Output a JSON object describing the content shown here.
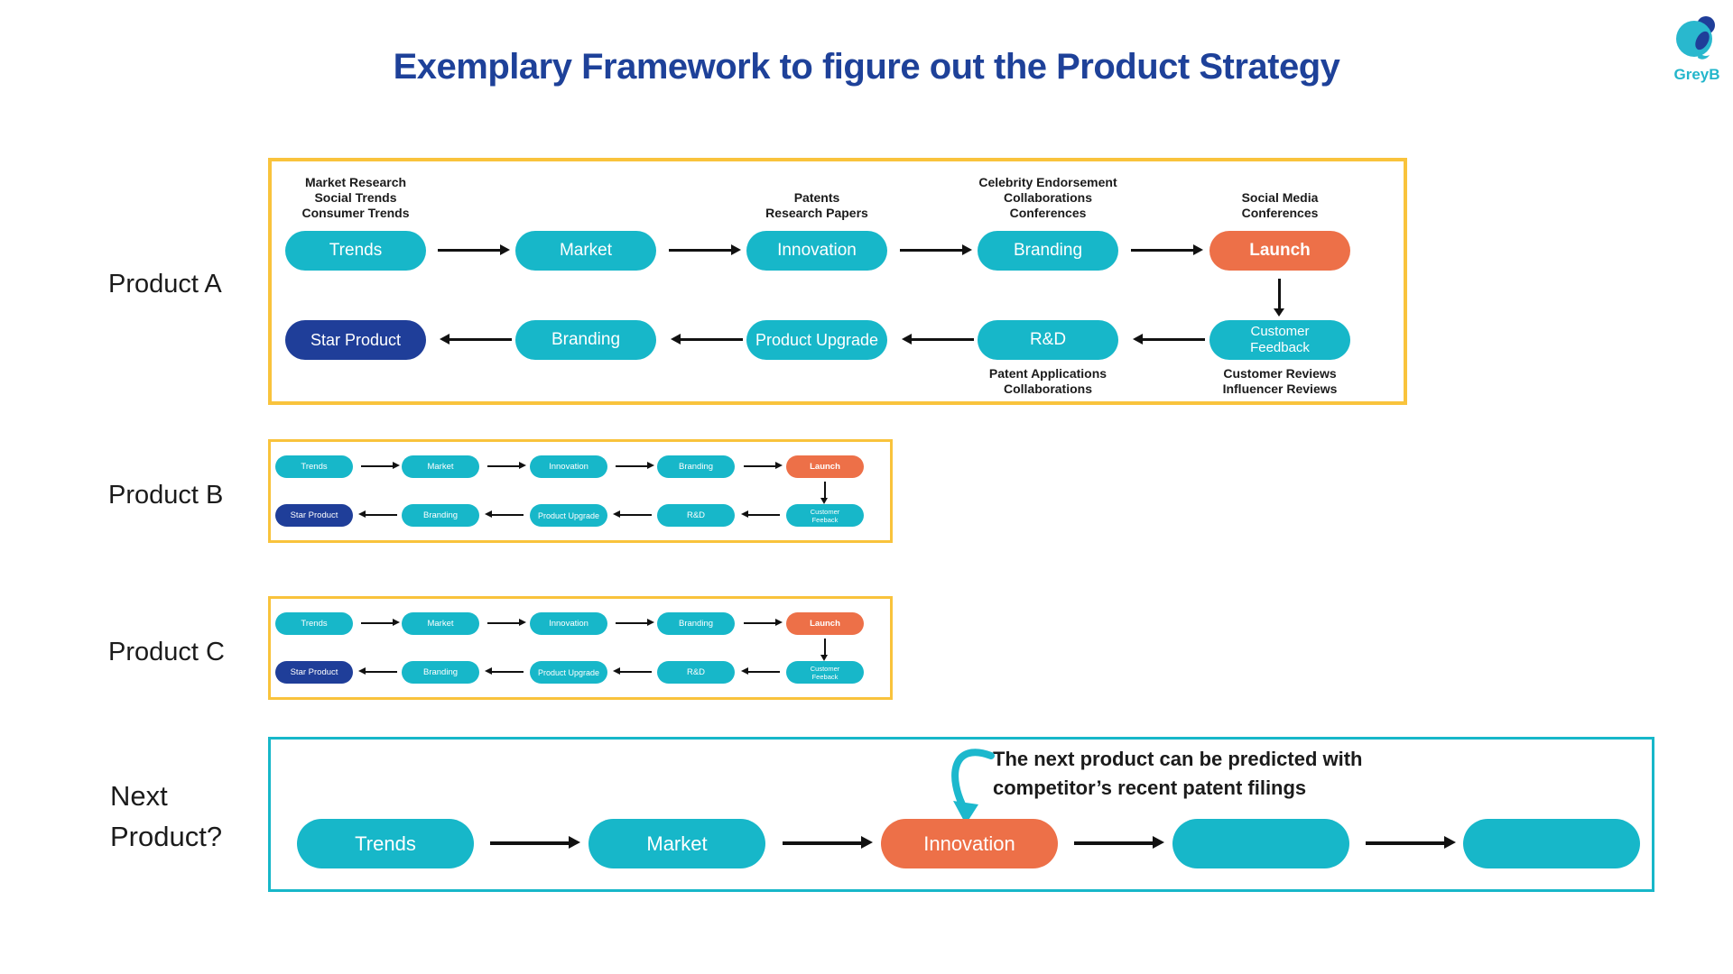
{
  "page": {
    "title": "Exemplary Framework to figure out the Product Strategy",
    "logo_text": "GreyB"
  },
  "colors": {
    "teal": "#17B7C9",
    "orange": "#ED7048",
    "navy": "#1F3E99",
    "panel_border_yellow": "#F9C33C",
    "panel_border_teal": "#17B7C9",
    "title_blue": "#1E4199"
  },
  "product_a": {
    "label": "Product A",
    "top_notes": {
      "trends": "Market Research\nSocial Trends\nConsumer Trends",
      "innovation": "Patents\nResearch Papers",
      "branding": "Celebrity Endorsement\nCollaborations\nConferences",
      "launch": "Social Media\nConferences"
    },
    "top_row": [
      "Trends",
      "Market",
      "Innovation",
      "Branding",
      "Launch"
    ],
    "bottom_row": [
      "Star Product",
      "Branding",
      "Product Upgrade",
      "R&D",
      "Customer\nFeedback"
    ],
    "bottom_notes": {
      "rnd": "Patent Applications\nCollaborations",
      "feedback": "Customer Reviews\nInfluencer Reviews"
    }
  },
  "product_b": {
    "label": "Product B",
    "top_row": [
      "Trends",
      "Market",
      "Innovation",
      "Branding",
      "Launch"
    ],
    "bottom_row": [
      "Star Product",
      "Branding",
      "Product Upgrade",
      "R&D",
      "Customer\nFeeback"
    ]
  },
  "product_c": {
    "label": "Product C",
    "top_row": [
      "Trends",
      "Market",
      "Innovation",
      "Branding",
      "Launch"
    ],
    "bottom_row": [
      "Star Product",
      "Branding",
      "Product Upgrade",
      "R&D",
      "Customer\nFeeback"
    ]
  },
  "next_product": {
    "label": "Next\nProduct?",
    "annotation": "The next product can be predicted with\ncompetitor’s recent patent filings",
    "boxes": [
      "Trends",
      "Market",
      "Innovation",
      "",
      ""
    ]
  }
}
